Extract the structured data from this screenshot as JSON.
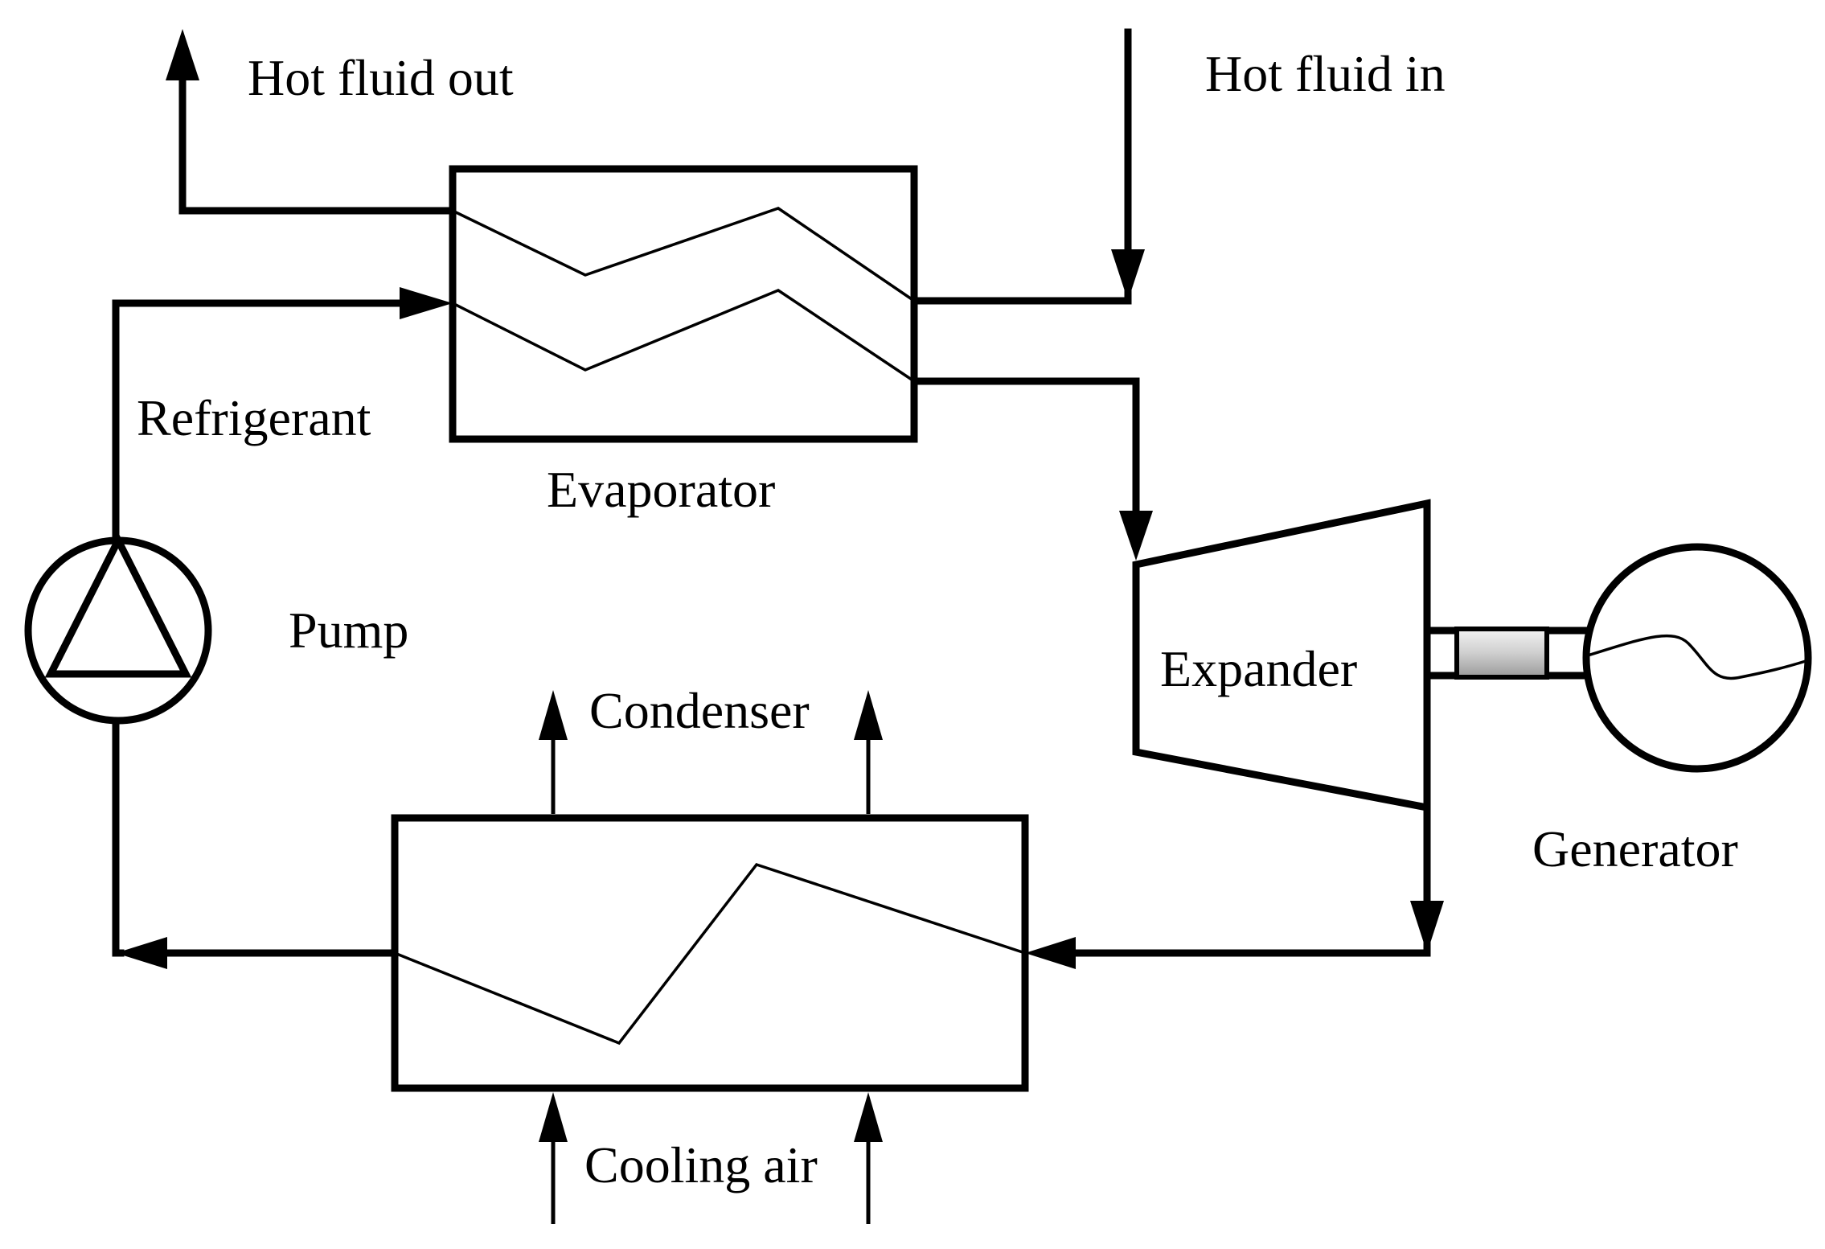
{
  "labels": {
    "hot_fluid_out": "Hot fluid out",
    "hot_fluid_in": "Hot fluid in",
    "refrigerant": "Refrigerant",
    "evaporator": "Evaporator",
    "pump": "Pump",
    "expander": "Expander",
    "generator": "Generator",
    "condenser": "Condenser",
    "cooling_air": "Cooling air"
  },
  "colors": {
    "stroke": "#000000",
    "background": "#ffffff",
    "coupling_fill": "#d9d9d9"
  }
}
